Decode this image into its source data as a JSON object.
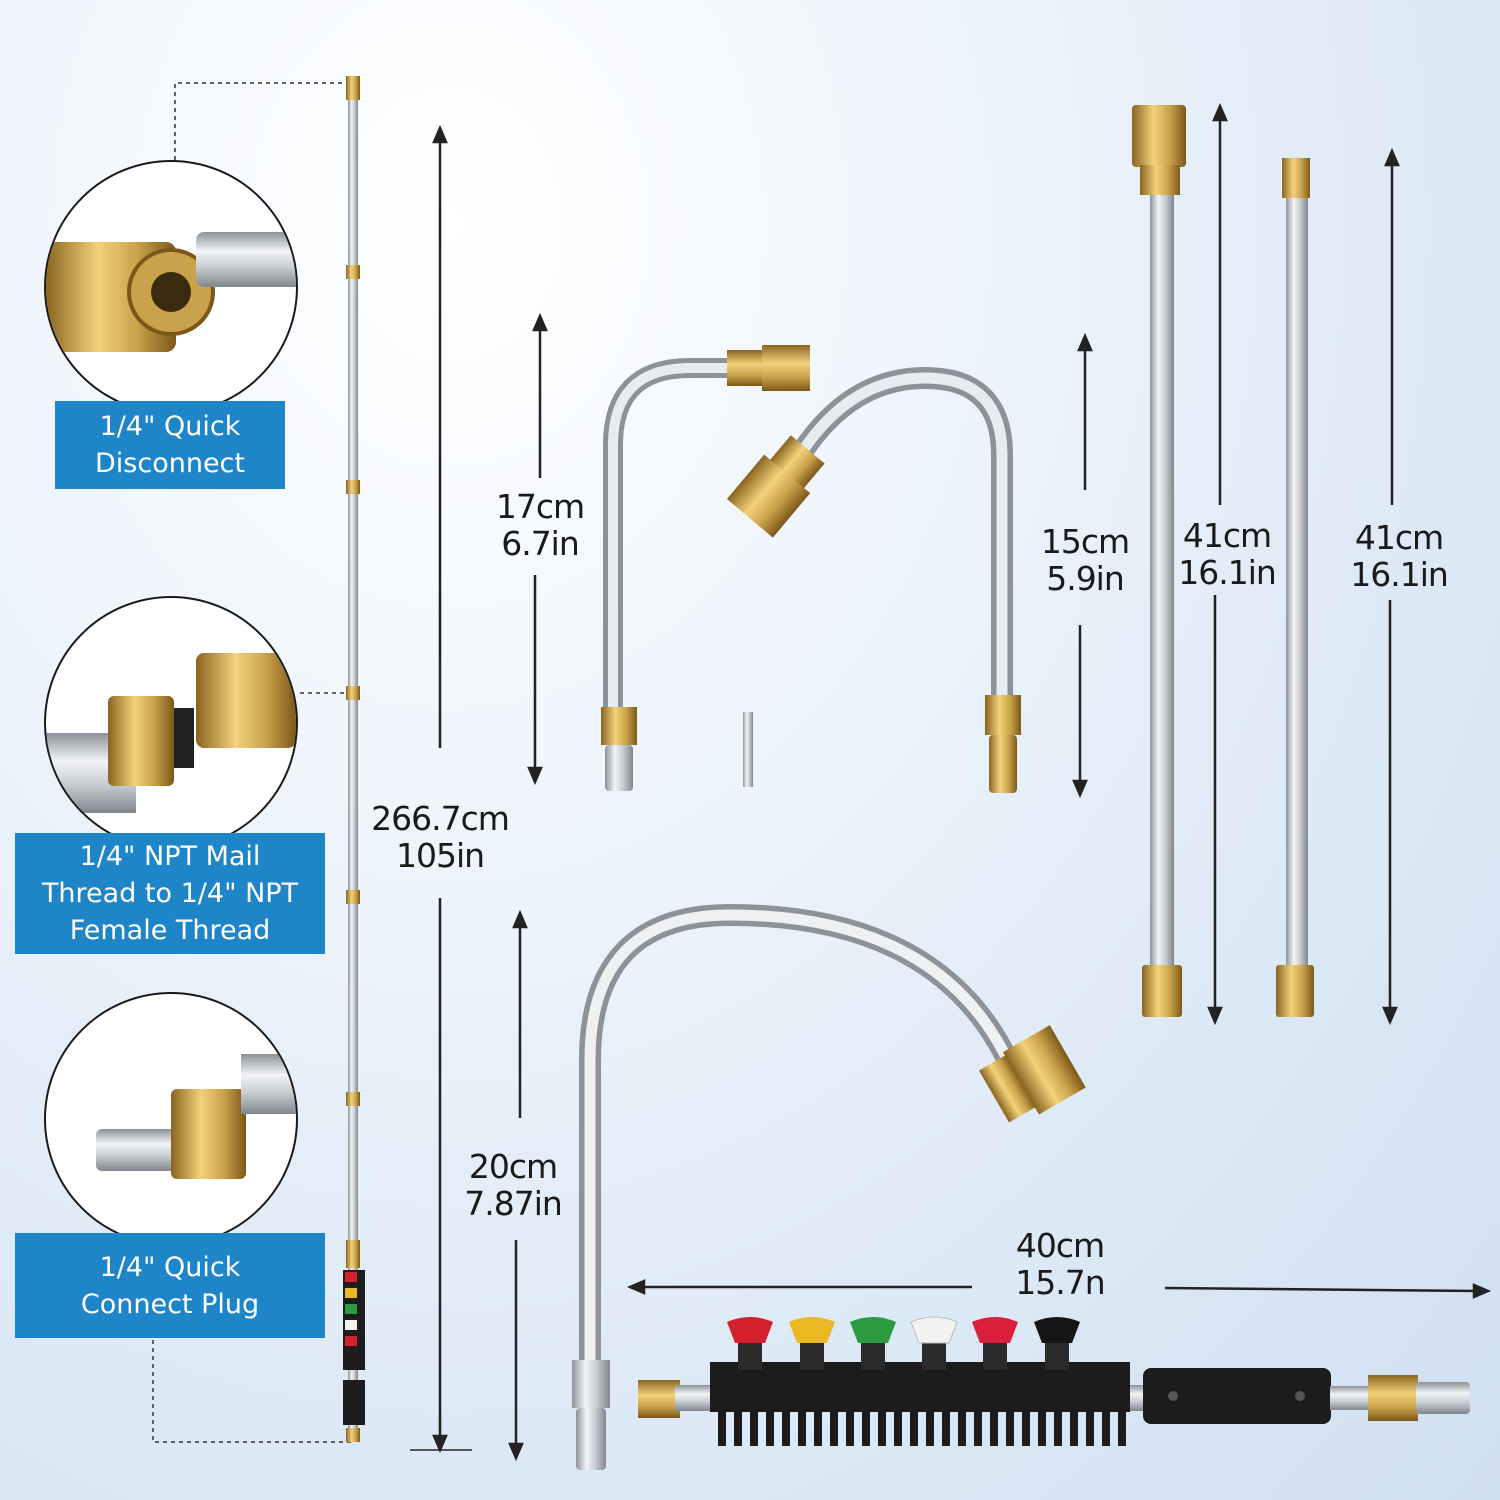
{
  "callouts": {
    "quick_disconnect": [
      "1/4\" Quick",
      "Disconnect"
    ],
    "npt_thread": [
      "1/4\" NPT Mail",
      "Thread to 1/4\" NPT",
      "Female Thread"
    ],
    "quick_connect_plug": [
      "1/4\" Quick",
      "Connect Plug"
    ]
  },
  "dimensions": {
    "total_length": [
      "266.7cm",
      "105in"
    ],
    "short_curved": [
      "17cm",
      "6.7in"
    ],
    "u_curved": [
      "15cm",
      "5.9in"
    ],
    "straight_rod_1": [
      "41cm",
      "16.1in"
    ],
    "straight_rod_2": [
      "41cm",
      "16.1in"
    ],
    "long_curved": [
      "20cm",
      "7.87in"
    ],
    "nozzle_holder": [
      "40cm",
      "15.7n"
    ]
  },
  "colors": {
    "label_blue": "#1e86c8",
    "brass": "#c9a24a",
    "steel": "#b9bec4"
  },
  "nozzle_tips": [
    "red",
    "yellow",
    "green",
    "white",
    "red",
    "black"
  ]
}
